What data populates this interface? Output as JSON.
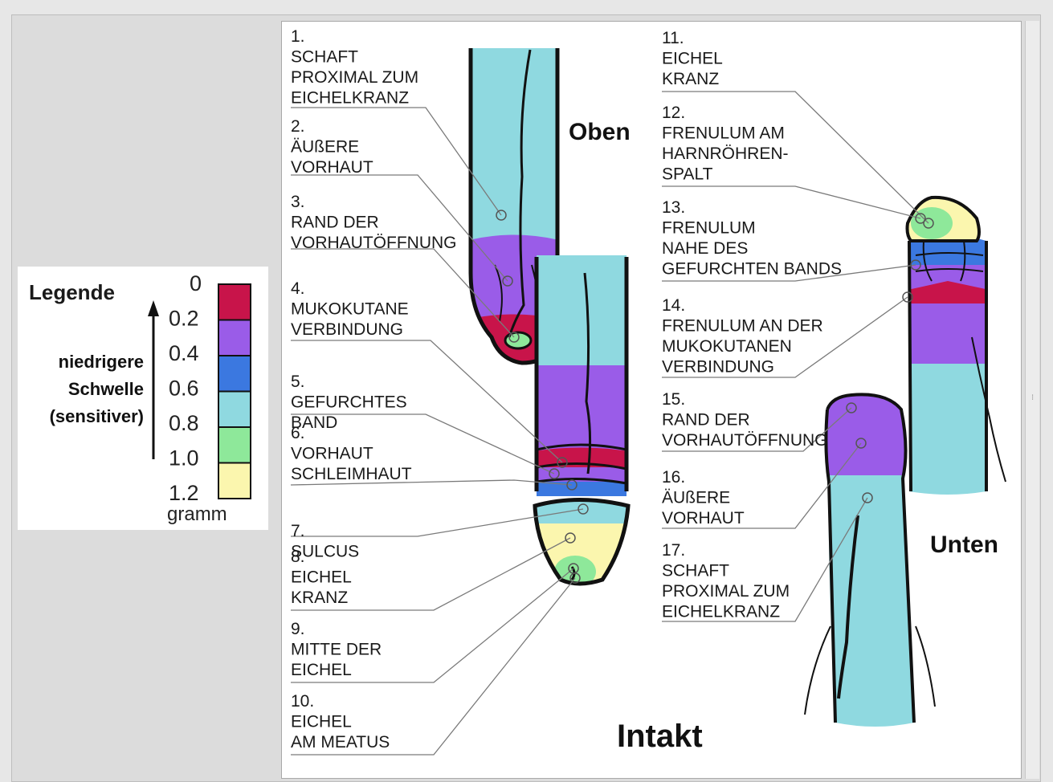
{
  "legend": {
    "title": "Legende",
    "direction_label": [
      "niedrigere",
      "Schwelle",
      "(sensitiver)"
    ],
    "unit": "gramm",
    "scale_values": [
      "0",
      "0.2",
      "0.4",
      "0.6",
      "0.8",
      "1.0",
      "1.2"
    ],
    "scale_colors": [
      "#c8144a",
      "#9a5ce8",
      "#3b78e0",
      "#8fd9e0",
      "#8ee89a",
      "#fbf6ae"
    ]
  },
  "views": {
    "top": "Oben",
    "bottom": "Unten",
    "title": "Intakt"
  },
  "labels_left": [
    {
      "number": "1.",
      "lines": [
        "SCHAFT",
        "PROXIMAL ZUM",
        "EICHELKRANZ"
      ]
    },
    {
      "number": "2.",
      "lines": [
        "ÄUßERE",
        "VORHAUT"
      ]
    },
    {
      "number": "3.",
      "lines": [
        "RAND DER",
        "VORHAUTÖFFNUNG"
      ]
    },
    {
      "number": "4.",
      "lines": [
        "MUKOKUTANE",
        "VERBINDUNG"
      ]
    },
    {
      "number": "5.",
      "lines": [
        "GEFURCHTES",
        "BAND"
      ]
    },
    {
      "number": "6.",
      "lines": [
        "VORHAUT",
        "SCHLEIMHAUT"
      ]
    },
    {
      "number": "7.",
      "lines": [
        "SULCUS"
      ]
    },
    {
      "number": "8.",
      "lines": [
        "EICHEL",
        "KRANZ"
      ]
    },
    {
      "number": "9.",
      "lines": [
        "MITTE DER",
        "EICHEL"
      ]
    },
    {
      "number": "10.",
      "lines": [
        "EICHEL",
        "AM MEATUS"
      ]
    }
  ],
  "labels_right": [
    {
      "number": "11.",
      "lines": [
        "EICHEL",
        "KRANZ"
      ]
    },
    {
      "number": "12.",
      "lines": [
        "FRENULUM AM",
        "HARNRÖHREN-",
        "SPALT"
      ]
    },
    {
      "number": "13.",
      "lines": [
        "FRENULUM",
        "NAHE DES",
        "GEFURCHTEN BANDS"
      ]
    },
    {
      "number": "14.",
      "lines": [
        "FRENULUM AN DER",
        "MUKOKUTANEN",
        "VERBINDUNG"
      ]
    },
    {
      "number": "15.",
      "lines": [
        "RAND DER",
        "VORHAUTÖFFNUNG"
      ]
    },
    {
      "number": "16.",
      "lines": [
        "ÄUßERE",
        "VORHAUT"
      ]
    },
    {
      "number": "17.",
      "lines": [
        "SCHAFT",
        "PROXIMAL ZUM",
        "EICHELKRANZ"
      ]
    }
  ]
}
